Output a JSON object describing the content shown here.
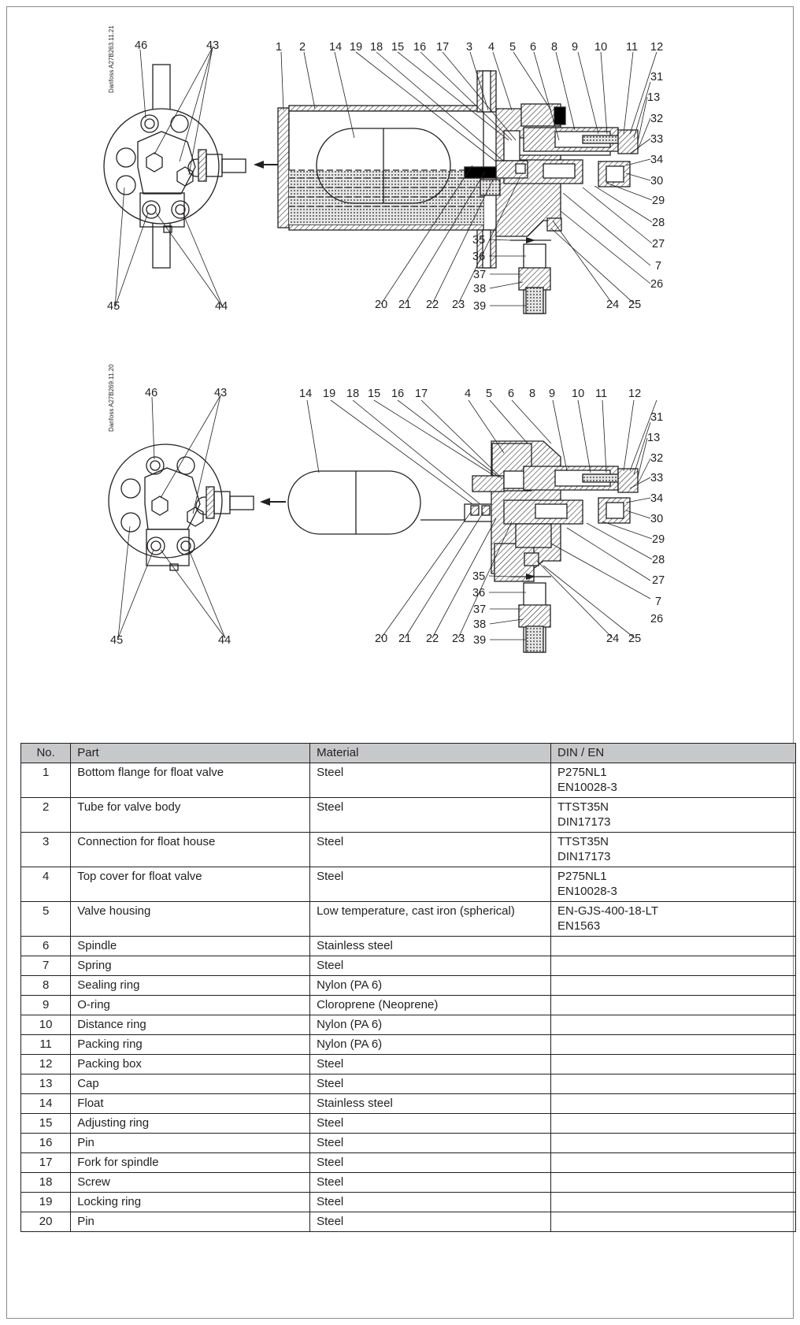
{
  "drawings": [
    {
      "code": "Danfoss A27B263.11.21",
      "callouts": [
        "1",
        "2",
        "14",
        "19",
        "18",
        "15",
        "16",
        "17",
        "3",
        "4",
        "5",
        "6",
        "8",
        "9",
        "10",
        "11",
        "12",
        "31",
        "13",
        "32",
        "33",
        "34",
        "30",
        "29",
        "28",
        "27",
        "7",
        "26",
        "25",
        "24",
        "35",
        "36",
        "37",
        "38",
        "39",
        "20",
        "21",
        "22",
        "23",
        "46",
        "43",
        "45",
        "44"
      ]
    },
    {
      "code": "Danfoss A27B269.11.20",
      "callouts": [
        "14",
        "19",
        "18",
        "15",
        "16",
        "17",
        "4",
        "5",
        "6",
        "8",
        "9",
        "10",
        "11",
        "12",
        "31",
        "13",
        "32",
        "33",
        "34",
        "30",
        "29",
        "28",
        "27",
        "7",
        "26",
        "25",
        "24",
        "35",
        "36",
        "37",
        "38",
        "39",
        "20",
        "21",
        "22",
        "23",
        "46",
        "43",
        "45",
        "44"
      ]
    }
  ],
  "table": {
    "headers": {
      "no": "No.",
      "part": "Part",
      "material": "Material",
      "din": "DIN / EN"
    },
    "rows": [
      {
        "no": "1",
        "part": "Bottom flange for float valve",
        "material": "Steel",
        "din": [
          "P275NL1",
          "EN10028-3"
        ]
      },
      {
        "no": "2",
        "part": "Tube for valve body",
        "material": "Steel",
        "din": [
          "TTST35N",
          "DIN17173"
        ]
      },
      {
        "no": "3",
        "part": "Connection for float house",
        "material": "Steel",
        "din": [
          "TTST35N",
          "DIN17173"
        ]
      },
      {
        "no": "4",
        "part": "Top cover for float valve",
        "material": "Steel",
        "din": [
          "P275NL1",
          "EN10028-3"
        ]
      },
      {
        "no": "5",
        "part": "Valve housing",
        "material": "Low temperature, cast iron (spherical)",
        "din": [
          "EN-GJS-400-18-LT",
          "EN1563"
        ]
      },
      {
        "no": "6",
        "part": "Spindle",
        "material": "Stainless steel",
        "din": []
      },
      {
        "no": "7",
        "part": "Spring",
        "material": "Steel",
        "din": []
      },
      {
        "no": "8",
        "part": "Sealing ring",
        "material": "Nylon (PA 6)",
        "din": []
      },
      {
        "no": "9",
        "part": "O-ring",
        "material": "Cloroprene (Neoprene)",
        "din": []
      },
      {
        "no": "10",
        "part": "Distance ring",
        "material": "Nylon (PA 6)",
        "din": []
      },
      {
        "no": "11",
        "part": "Packing ring",
        "material": "Nylon (PA 6)",
        "din": []
      },
      {
        "no": "12",
        "part": "Packing box",
        "material": "Steel",
        "din": []
      },
      {
        "no": "13",
        "part": "Cap",
        "material": "Steel",
        "din": []
      },
      {
        "no": "14",
        "part": "Float",
        "material": "Stainless steel",
        "din": []
      },
      {
        "no": "15",
        "part": "Adjusting ring",
        "material": "Steel",
        "din": []
      },
      {
        "no": "16",
        "part": "Pin",
        "material": "Steel",
        "din": []
      },
      {
        "no": "17",
        "part": "Fork for spindle",
        "material": "Steel",
        "din": []
      },
      {
        "no": "18",
        "part": "Screw",
        "material": "Steel",
        "din": []
      },
      {
        "no": "19",
        "part": "Locking ring",
        "material": "Steel",
        "din": []
      },
      {
        "no": "20",
        "part": "Pin",
        "material": "Steel",
        "din": []
      }
    ]
  }
}
